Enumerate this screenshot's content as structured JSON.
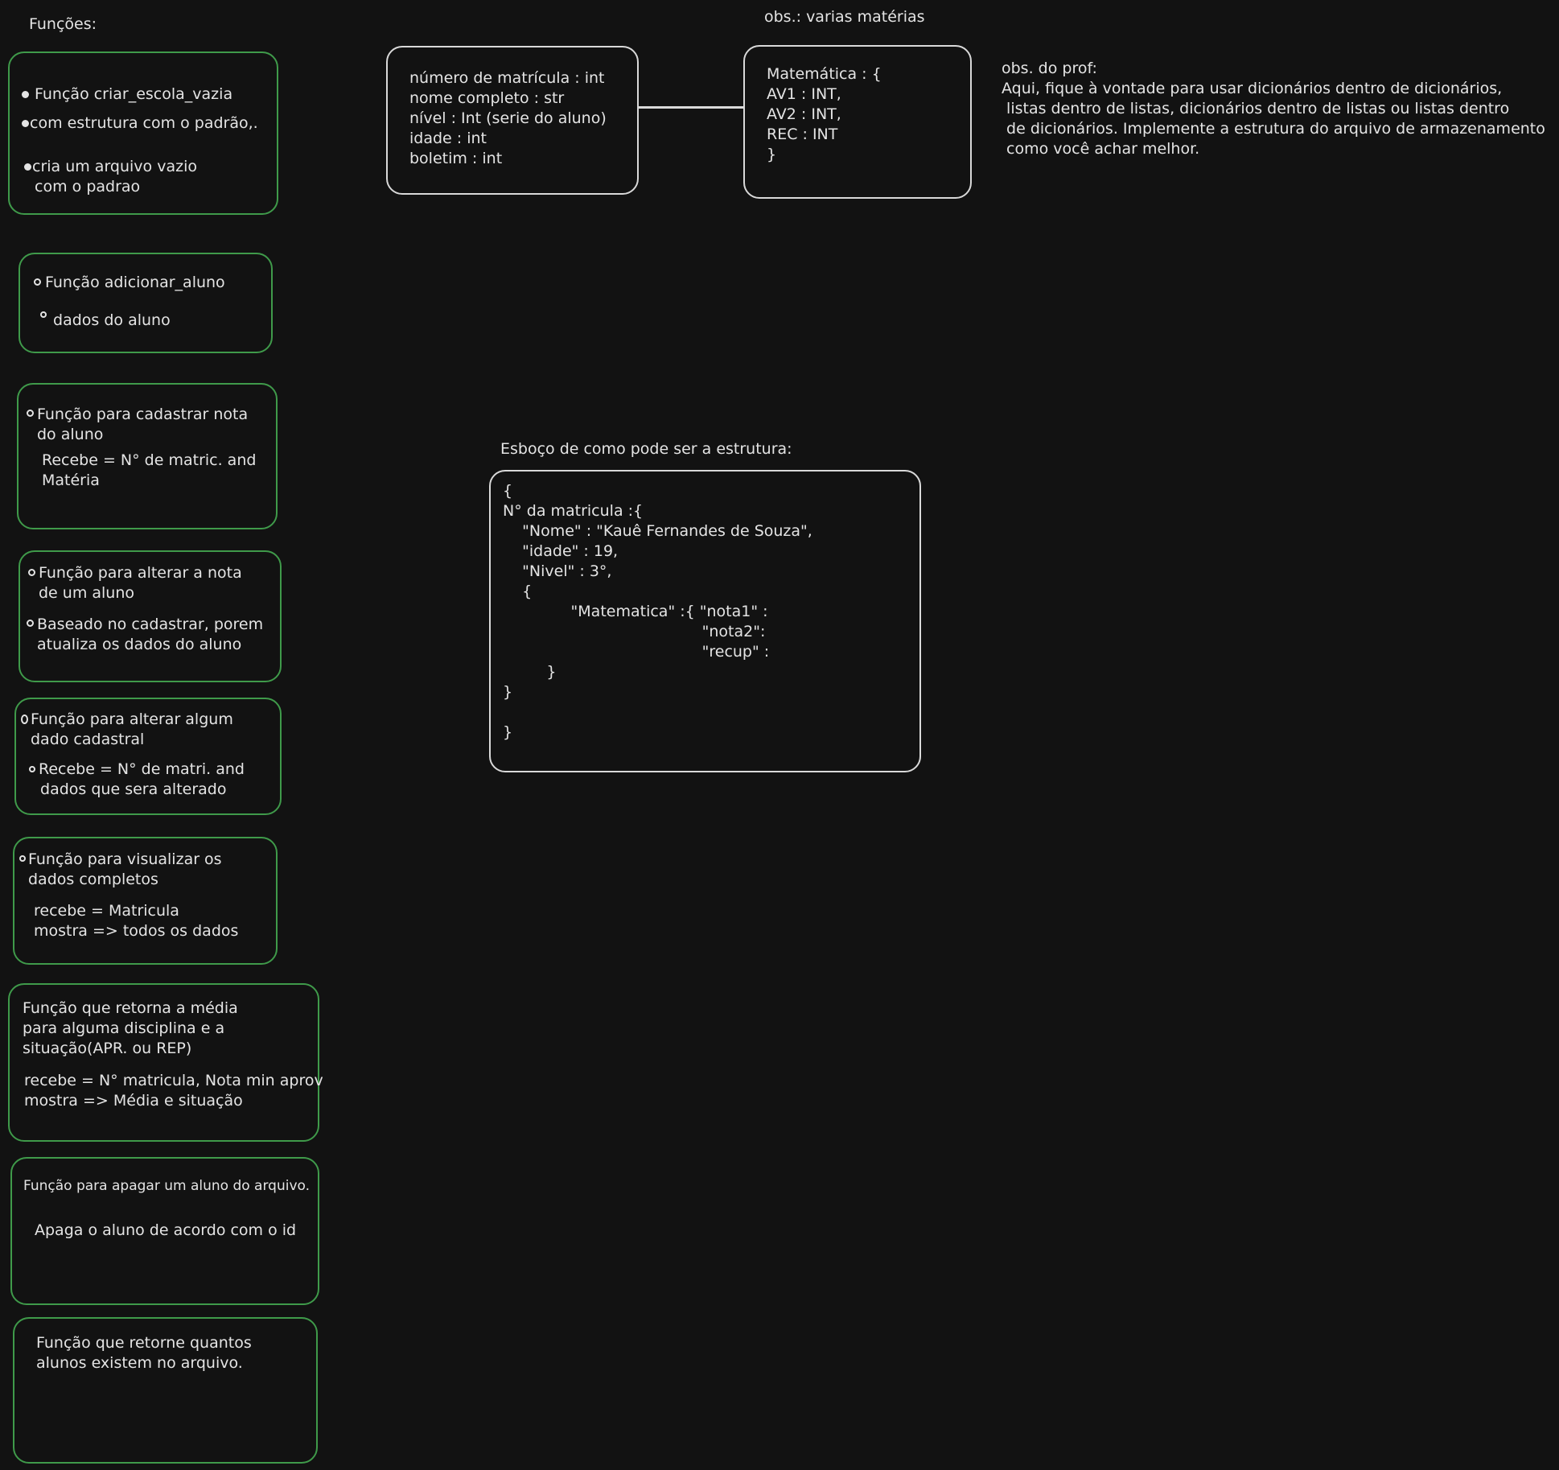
{
  "header": {
    "title": "Funções:"
  },
  "top_note": "obs.: varias matérias",
  "student_box": {
    "lines": [
      "número de matrícula : int",
      "nome completo : str",
      "nível : Int (serie do aluno)",
      "idade : int",
      "boletim : int"
    ]
  },
  "subject_box": {
    "lines": [
      "Matemática : {",
      "AV1 : INT,",
      "AV2 : INT,",
      "REC : INT",
      "}"
    ]
  },
  "prof_note": {
    "lines": [
      "obs. do prof:",
      "Aqui, fique à vontade para usar dicionários dentro de dicionários,",
      " listas dentro de listas, dicionários dentro de listas ou listas dentro",
      " de dicionários. Implemente a estrutura do arquivo de armazenamento",
      " como você achar melhor."
    ]
  },
  "sketch": {
    "title": "Esboço de como pode ser a estrutura:",
    "lines": [
      "{",
      "N° da matricula :{",
      "    \"Nome\" : \"Kauê Fernandes de Souza\",",
      "    \"idade\" : 19,",
      "    \"Nivel\" : 3°,",
      "    {",
      "              \"Matematica\" :{ \"nota1\" :",
      "                                         \"nota2\":",
      "                                         \"recup\" :",
      "         }",
      "}",
      "",
      "}"
    ]
  },
  "functions": [
    {
      "lines": [
        "Função criar_escola_vazia",
        "com estrutura com o padrão,.",
        "cria um arquivo vazio",
        " com o padrao"
      ]
    },
    {
      "lines": [
        "Função adicionar_aluno",
        " dados do aluno"
      ]
    },
    {
      "lines": [
        "Função para cadastrar nota",
        "do aluno",
        "Recebe = N° de matric. and",
        "Matéria"
      ]
    },
    {
      "lines": [
        "Função para alterar a nota",
        "de um aluno",
        "Baseado no cadastrar, porem",
        "atualiza os dados do aluno"
      ]
    },
    {
      "lines": [
        "Função para alterar algum",
        "dado cadastral",
        "Recebe = N° de matri. and",
        " dados que sera alterado"
      ]
    },
    {
      "lines": [
        "Função para visualizar os",
        "dados completos",
        "recebe = Matricula",
        "mostra => todos os dados"
      ]
    },
    {
      "lines": [
        "Função que retorna a média",
        "para alguma disciplina e a",
        "situação(APR. ou REP)",
        "recebe = N° matricula, Nota min aprov",
        "mostra => Média e situação"
      ]
    },
    {
      "lines": [
        "Função para apagar um aluno do arquivo.",
        "Apaga o aluno de acordo com o id"
      ]
    },
    {
      "lines": [
        "Função que retorne quantos",
        "alunos existem no arquivo."
      ]
    }
  ]
}
